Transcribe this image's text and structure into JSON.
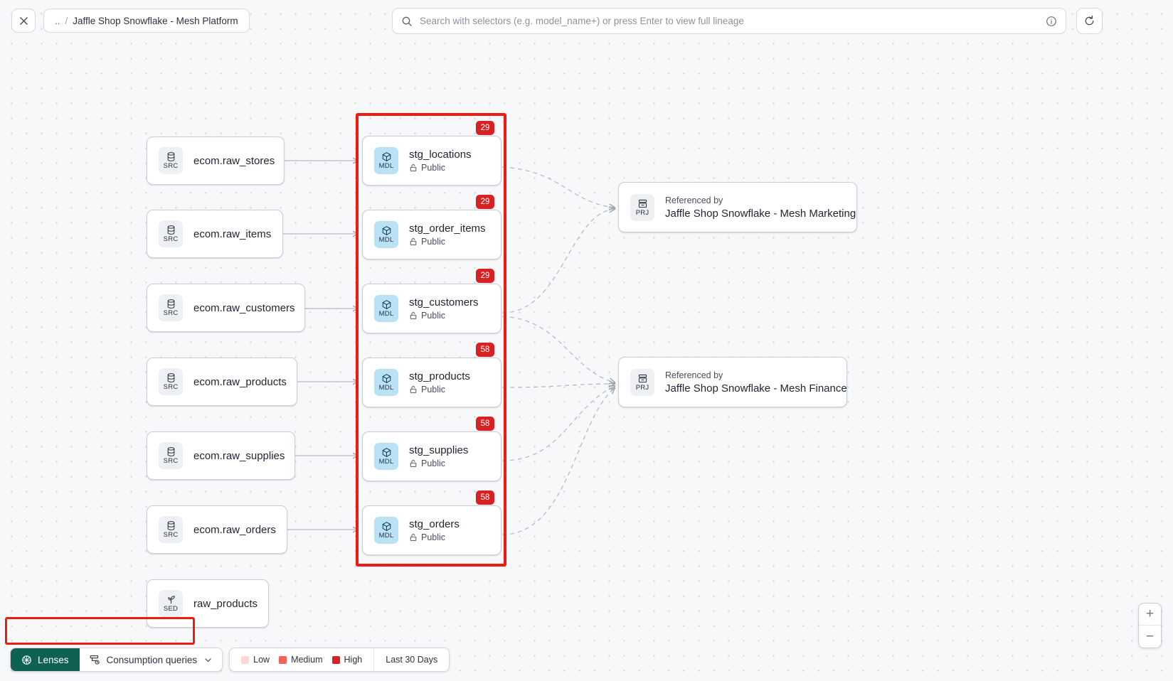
{
  "topbar": {
    "close_icon": "close-icon",
    "breadcrumb": {
      "dots": "..",
      "separator": "/",
      "label": "Jaffle Shop Snowflake - Mesh Platform"
    },
    "search": {
      "icon": "search-icon",
      "placeholder": "Search with selectors (e.g. model_name+) or press Enter to view full lineage",
      "value": "",
      "info_icon": "info-icon"
    },
    "refresh_icon": "refresh-icon"
  },
  "graph": {
    "sources": [
      {
        "type": "SRC",
        "icon": "database-icon",
        "name": "ecom.raw_stores"
      },
      {
        "type": "SRC",
        "icon": "database-icon",
        "name": "ecom.raw_items"
      },
      {
        "type": "SRC",
        "icon": "database-icon",
        "name": "ecom.raw_customers"
      },
      {
        "type": "SRC",
        "icon": "database-icon",
        "name": "ecom.raw_products"
      },
      {
        "type": "SRC",
        "icon": "database-icon",
        "name": "ecom.raw_supplies"
      },
      {
        "type": "SRC",
        "icon": "database-icon",
        "name": "ecom.raw_orders"
      },
      {
        "type": "SED",
        "icon": "seed-icon",
        "name": "raw_products"
      }
    ],
    "models": [
      {
        "type": "MDL",
        "icon": "cube-icon",
        "name": "stg_locations",
        "access": "Public",
        "access_icon": "lock-icon",
        "badge": "29"
      },
      {
        "type": "MDL",
        "icon": "cube-icon",
        "name": "stg_order_items",
        "access": "Public",
        "access_icon": "lock-icon",
        "badge": "29"
      },
      {
        "type": "MDL",
        "icon": "cube-icon",
        "name": "stg_customers",
        "access": "Public",
        "access_icon": "lock-icon",
        "badge": "29"
      },
      {
        "type": "MDL",
        "icon": "cube-icon",
        "name": "stg_products",
        "access": "Public",
        "access_icon": "lock-icon",
        "badge": "58"
      },
      {
        "type": "MDL",
        "icon": "cube-icon",
        "name": "stg_supplies",
        "access": "Public",
        "access_icon": "lock-icon",
        "badge": "58"
      },
      {
        "type": "MDL",
        "icon": "cube-icon",
        "name": "stg_orders",
        "access": "Public",
        "access_icon": "lock-icon",
        "badge": "58"
      }
    ],
    "projects": [
      {
        "type": "PRJ",
        "icon": "project-icon",
        "kicker": "Referenced by",
        "name": "Jaffle Shop Snowflake - Mesh Marketing"
      },
      {
        "type": "PRJ",
        "icon": "project-icon",
        "kicker": "Referenced by",
        "name": "Jaffle Shop Snowflake - Mesh Finance"
      }
    ]
  },
  "toolbar": {
    "lenses_label": "Lenses",
    "lenses_icon": "lens-icon",
    "consumption_label": "Consumption queries",
    "consumption_icon": "queries-icon",
    "chevron_icon": "chevron-down-icon",
    "legend": [
      {
        "label": "Low",
        "color": "#fbd7d5"
      },
      {
        "label": "Medium",
        "color": "#f2625a"
      },
      {
        "label": "High",
        "color": "#d62222"
      }
    ],
    "period_label": "Last 30 Days"
  },
  "zoom_controls": {
    "zoom_in": "+",
    "zoom_out": "−"
  },
  "colors": {
    "accent_teal": "#0f6154",
    "highlight_red": "#ef1b10",
    "badge_red": "#d62222",
    "mdl_chip": "#b9e2f7"
  }
}
